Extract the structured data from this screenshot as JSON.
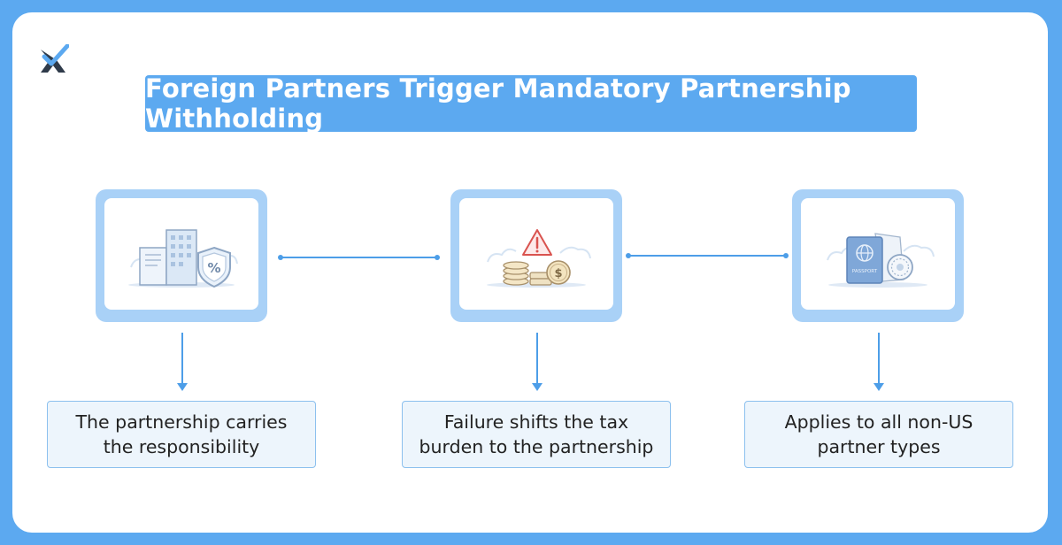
{
  "title": "Foreign Partners Trigger Mandatory Partnership Withholding",
  "colors": {
    "accent": "#5ca9f0",
    "frame": "#a9d1f7",
    "line": "#4d9ee8",
    "label_bg": "#edf5fc",
    "label_border": "#8cc0ee"
  },
  "steps": [
    {
      "icon": "building-shield-percent-icon",
      "label": "The partnership carries\nthe responsibility"
    },
    {
      "icon": "coins-warning-icon",
      "label": "Failure shifts the tax\nburden to the partnership"
    },
    {
      "icon": "passport-globe-icon",
      "label": "Applies to all non-US\npartner types"
    }
  ]
}
